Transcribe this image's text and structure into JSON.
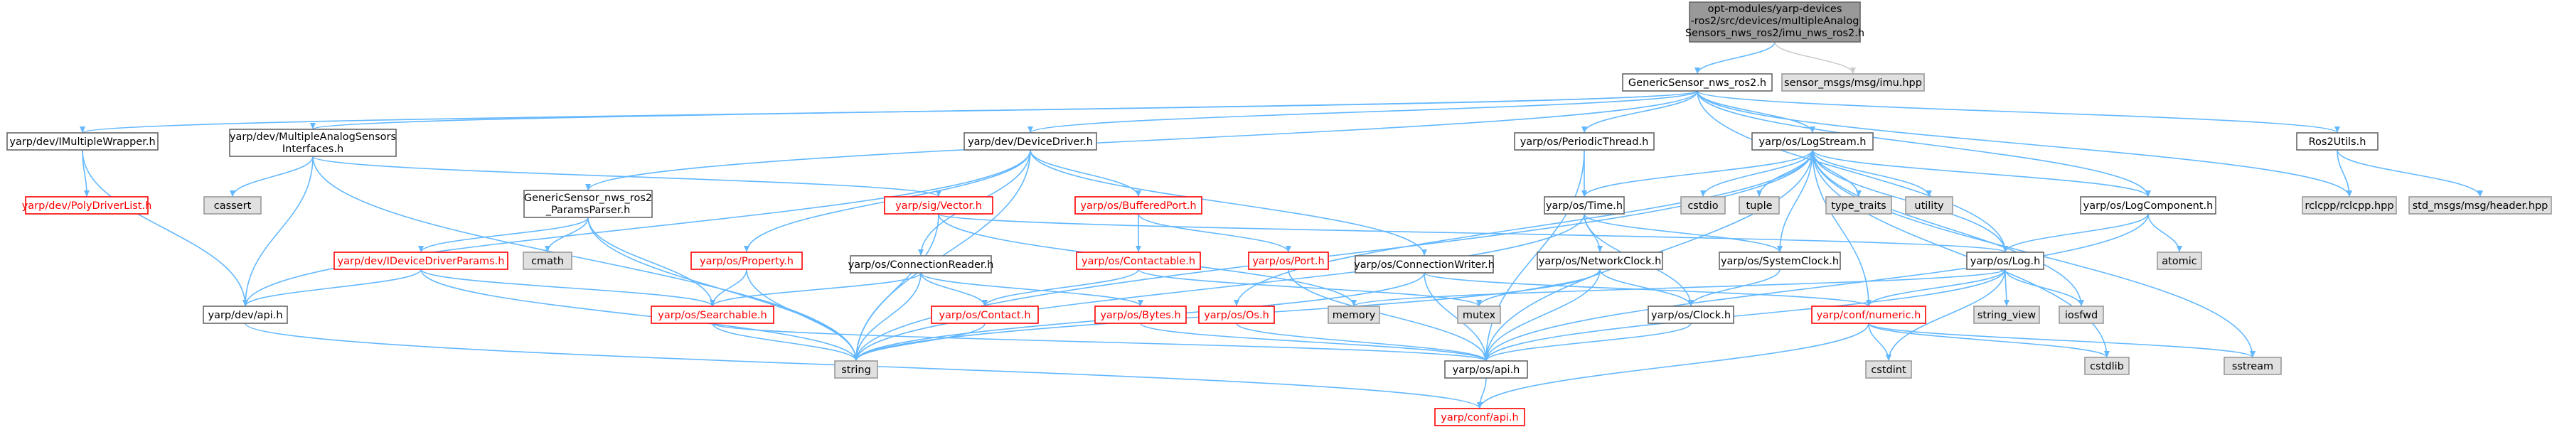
{
  "graph": {
    "root": {
      "lines": [
        "opt-modules/yarp-devices",
        "-ros2/src/devices/multipleAnalog",
        "Sensors_nws_ros2/imu_nws_ros2.h"
      ]
    },
    "nodes": [
      {
        "id": "n_gsnr",
        "lines": [
          "GenericSensor_nws_ros2.h"
        ],
        "style": "plain"
      },
      {
        "id": "n_imu",
        "lines": [
          "sensor_msgs/msg/imu.hpp"
        ],
        "style": "sys"
      },
      {
        "id": "n_imw",
        "lines": [
          "yarp/dev/IMultipleWrapper.h"
        ],
        "style": "plain"
      },
      {
        "id": "n_masi",
        "lines": [
          "yarp/dev/MultipleAnalogSensors",
          "Interfaces.h"
        ],
        "style": "plain"
      },
      {
        "id": "n_dd",
        "lines": [
          "yarp/dev/DeviceDriver.h"
        ],
        "style": "plain"
      },
      {
        "id": "n_pt",
        "lines": [
          "yarp/os/PeriodicThread.h"
        ],
        "style": "plain"
      },
      {
        "id": "n_ls",
        "lines": [
          "yarp/os/LogStream.h"
        ],
        "style": "plain"
      },
      {
        "id": "n_r2u",
        "lines": [
          "Ros2Utils.h"
        ],
        "style": "plain"
      },
      {
        "id": "n_pdl",
        "lines": [
          "yarp/dev/PolyDriverList.h"
        ],
        "style": "red"
      },
      {
        "id": "n_cassert",
        "lines": [
          "cassert"
        ],
        "style": "sys"
      },
      {
        "id": "n_gsnrpp",
        "lines": [
          "GenericSensor_nws_ros2",
          "_ParamsParser.h"
        ],
        "style": "plain"
      },
      {
        "id": "n_vec",
        "lines": [
          "yarp/sig/Vector.h"
        ],
        "style": "red"
      },
      {
        "id": "n_bp",
        "lines": [
          "yarp/os/BufferedPort.h"
        ],
        "style": "red"
      },
      {
        "id": "n_time",
        "lines": [
          "yarp/os/Time.h"
        ],
        "style": "plain"
      },
      {
        "id": "n_cstdio",
        "lines": [
          "cstdio"
        ],
        "style": "sys"
      },
      {
        "id": "n_tuple",
        "lines": [
          "tuple"
        ],
        "style": "sys"
      },
      {
        "id": "n_tt",
        "lines": [
          "type_traits"
        ],
        "style": "sys"
      },
      {
        "id": "n_util",
        "lines": [
          "utility"
        ],
        "style": "sys"
      },
      {
        "id": "n_lc",
        "lines": [
          "yarp/os/LogComponent.h"
        ],
        "style": "plain"
      },
      {
        "id": "n_rclcpp",
        "lines": [
          "rclcpp/rclcpp.hpp"
        ],
        "style": "sys"
      },
      {
        "id": "n_hdr",
        "lines": [
          "std_msgs/msg/header.hpp"
        ],
        "style": "sys"
      },
      {
        "id": "n_cmath",
        "lines": [
          "cmath"
        ],
        "style": "sys"
      },
      {
        "id": "n_iddp",
        "lines": [
          "yarp/dev/IDeviceDriverParams.h"
        ],
        "style": "red"
      },
      {
        "id": "n_prop",
        "lines": [
          "yarp/os/Property.h"
        ],
        "style": "red"
      },
      {
        "id": "n_contb",
        "lines": [
          "yarp/os/Contactable.h"
        ],
        "style": "red"
      },
      {
        "id": "n_port",
        "lines": [
          "yarp/os/Port.h"
        ],
        "style": "red"
      },
      {
        "id": "n_ncl",
        "lines": [
          "yarp/os/NetworkClock.h"
        ],
        "style": "plain"
      },
      {
        "id": "n_scl",
        "lines": [
          "yarp/os/SystemClock.h"
        ],
        "style": "plain"
      },
      {
        "id": "n_log",
        "lines": [
          "yarp/os/Log.h"
        ],
        "style": "plain"
      },
      {
        "id": "n_atomic",
        "lines": [
          "atomic"
        ],
        "style": "sys"
      },
      {
        "id": "n_cr",
        "lines": [
          "yarp/os/ConnectionReader.h"
        ],
        "style": "plain"
      },
      {
        "id": "n_cw",
        "lines": [
          "yarp/os/ConnectionWriter.h"
        ],
        "style": "plain"
      },
      {
        "id": "n_devapi",
        "lines": [
          "yarp/dev/api.h"
        ],
        "style": "plain"
      },
      {
        "id": "n_srch",
        "lines": [
          "yarp/os/Searchable.h"
        ],
        "style": "red"
      },
      {
        "id": "n_contact",
        "lines": [
          "yarp/os/Contact.h"
        ],
        "style": "red"
      },
      {
        "id": "n_bytes",
        "lines": [
          "yarp/os/Bytes.h"
        ],
        "style": "red"
      },
      {
        "id": "n_os",
        "lines": [
          "yarp/os/Os.h"
        ],
        "style": "red"
      },
      {
        "id": "n_memory",
        "lines": [
          "memory"
        ],
        "style": "sys"
      },
      {
        "id": "n_mutex",
        "lines": [
          "mutex"
        ],
        "style": "sys"
      },
      {
        "id": "n_clock",
        "lines": [
          "yarp/os/Clock.h"
        ],
        "style": "plain"
      },
      {
        "id": "n_numeric",
        "lines": [
          "yarp/conf/numeric.h"
        ],
        "style": "red"
      },
      {
        "id": "n_sv",
        "lines": [
          "string_view"
        ],
        "style": "sys"
      },
      {
        "id": "n_iosfwd",
        "lines": [
          "iosfwd"
        ],
        "style": "sys"
      },
      {
        "id": "n_cstdlib",
        "lines": [
          "cstdlib"
        ],
        "style": "sys"
      },
      {
        "id": "n_sstream",
        "lines": [
          "sstream"
        ],
        "style": "sys"
      },
      {
        "id": "n_string",
        "lines": [
          "string"
        ],
        "style": "sys"
      },
      {
        "id": "n_osapi",
        "lines": [
          "yarp/os/api.h"
        ],
        "style": "plain"
      },
      {
        "id": "n_cstdint",
        "lines": [
          "cstdint"
        ],
        "style": "sys"
      },
      {
        "id": "n_confapi",
        "lines": [
          "yarp/conf/api.h"
        ],
        "style": "red"
      }
    ],
    "edges": [
      [
        "root",
        "n_gsnr",
        "blue"
      ],
      [
        "root",
        "n_imu",
        "grey"
      ],
      [
        "n_gsnr",
        "n_imw"
      ],
      [
        "n_gsnr",
        "n_masi"
      ],
      [
        "n_gsnr",
        "n_dd"
      ],
      [
        "n_gsnr",
        "n_pt"
      ],
      [
        "n_gsnr",
        "n_ls"
      ],
      [
        "n_gsnr",
        "n_lc"
      ],
      [
        "n_gsnr",
        "n_log"
      ],
      [
        "n_gsnr",
        "n_gsnrpp"
      ],
      [
        "n_gsnr",
        "n_r2u"
      ],
      [
        "n_gsnr",
        "n_rclcpp"
      ],
      [
        "n_imw",
        "n_pdl"
      ],
      [
        "n_imw",
        "n_devapi"
      ],
      [
        "n_masi",
        "n_cassert"
      ],
      [
        "n_masi",
        "n_devapi"
      ],
      [
        "n_masi",
        "n_vec"
      ],
      [
        "n_masi",
        "n_string"
      ],
      [
        "n_dd",
        "n_devapi"
      ],
      [
        "n_dd",
        "n_prop"
      ],
      [
        "n_dd",
        "n_bp"
      ],
      [
        "n_dd",
        "n_cr"
      ],
      [
        "n_dd",
        "n_cw"
      ],
      [
        "n_dd",
        "n_string"
      ],
      [
        "n_pt",
        "n_time"
      ],
      [
        "n_pt",
        "n_osapi"
      ],
      [
        "n_ls",
        "n_time"
      ],
      [
        "n_ls",
        "n_cstdio"
      ],
      [
        "n_ls",
        "n_tuple"
      ],
      [
        "n_ls",
        "n_tt"
      ],
      [
        "n_ls",
        "n_util"
      ],
      [
        "n_ls",
        "n_lc"
      ],
      [
        "n_ls",
        "n_log"
      ],
      [
        "n_ls",
        "n_os"
      ],
      [
        "n_ls",
        "n_scl"
      ],
      [
        "n_ls",
        "n_string"
      ],
      [
        "n_ls",
        "n_iosfwd"
      ],
      [
        "n_ls",
        "n_cstdlib"
      ],
      [
        "n_ls",
        "n_sstream"
      ],
      [
        "n_ls",
        "n_numeric"
      ],
      [
        "n_ls",
        "n_osapi"
      ],
      [
        "n_r2u",
        "n_rclcpp"
      ],
      [
        "n_r2u",
        "n_hdr"
      ],
      [
        "n_gsnrpp",
        "n_cmath"
      ],
      [
        "n_gsnrpp",
        "n_iddp"
      ],
      [
        "n_gsnrpp",
        "n_srch"
      ],
      [
        "n_gsnrpp",
        "n_string"
      ],
      [
        "n_vec",
        "n_log"
      ],
      [
        "n_vec",
        "n_string"
      ],
      [
        "n_vec",
        "n_memory"
      ],
      [
        "n_bp",
        "n_contb"
      ],
      [
        "n_bp",
        "n_port"
      ],
      [
        "n_time",
        "n_ncl"
      ],
      [
        "n_time",
        "n_scl"
      ],
      [
        "n_time",
        "n_clock"
      ],
      [
        "n_time",
        "n_string"
      ],
      [
        "n_lc",
        "n_log"
      ],
      [
        "n_lc",
        "n_atomic"
      ],
      [
        "n_lc",
        "n_osapi"
      ],
      [
        "n_iddp",
        "n_devapi"
      ],
      [
        "n_iddp",
        "n_srch"
      ],
      [
        "n_iddp",
        "n_string"
      ],
      [
        "n_prop",
        "n_srch"
      ],
      [
        "n_prop",
        "n_string"
      ],
      [
        "n_contb",
        "n_contact"
      ],
      [
        "n_contb",
        "n_mutex"
      ],
      [
        "n_port",
        "n_osapi"
      ],
      [
        "n_ncl",
        "n_clock"
      ],
      [
        "n_ncl",
        "n_mutex"
      ],
      [
        "n_ncl",
        "n_osapi"
      ],
      [
        "n_ncl",
        "n_string"
      ],
      [
        "n_scl",
        "n_clock"
      ],
      [
        "n_log",
        "n_sv"
      ],
      [
        "n_log",
        "n_iosfwd"
      ],
      [
        "n_log",
        "n_memory"
      ],
      [
        "n_log",
        "n_cstdint"
      ],
      [
        "n_log",
        "n_numeric"
      ],
      [
        "n_log",
        "n_osapi"
      ],
      [
        "n_cr",
        "n_srch"
      ],
      [
        "n_cr",
        "n_contact"
      ],
      [
        "n_cr",
        "n_bytes"
      ],
      [
        "n_cr",
        "n_string"
      ],
      [
        "n_cw",
        "n_numeric"
      ],
      [
        "n_cw",
        "n_osapi"
      ],
      [
        "n_cw",
        "n_string"
      ],
      [
        "n_devapi",
        "n_confapi"
      ],
      [
        "n_srch",
        "n_string"
      ],
      [
        "n_srch",
        "n_osapi"
      ],
      [
        "n_contact",
        "n_string"
      ],
      [
        "n_bytes",
        "n_osapi"
      ],
      [
        "n_os",
        "n_osapi"
      ],
      [
        "n_clock",
        "n_osapi"
      ],
      [
        "n_numeric",
        "n_cstdint"
      ],
      [
        "n_numeric",
        "n_cstdlib"
      ],
      [
        "n_numeric",
        "n_sstream"
      ],
      [
        "n_numeric",
        "n_confapi"
      ],
      [
        "n_osapi",
        "n_confapi"
      ]
    ]
  }
}
